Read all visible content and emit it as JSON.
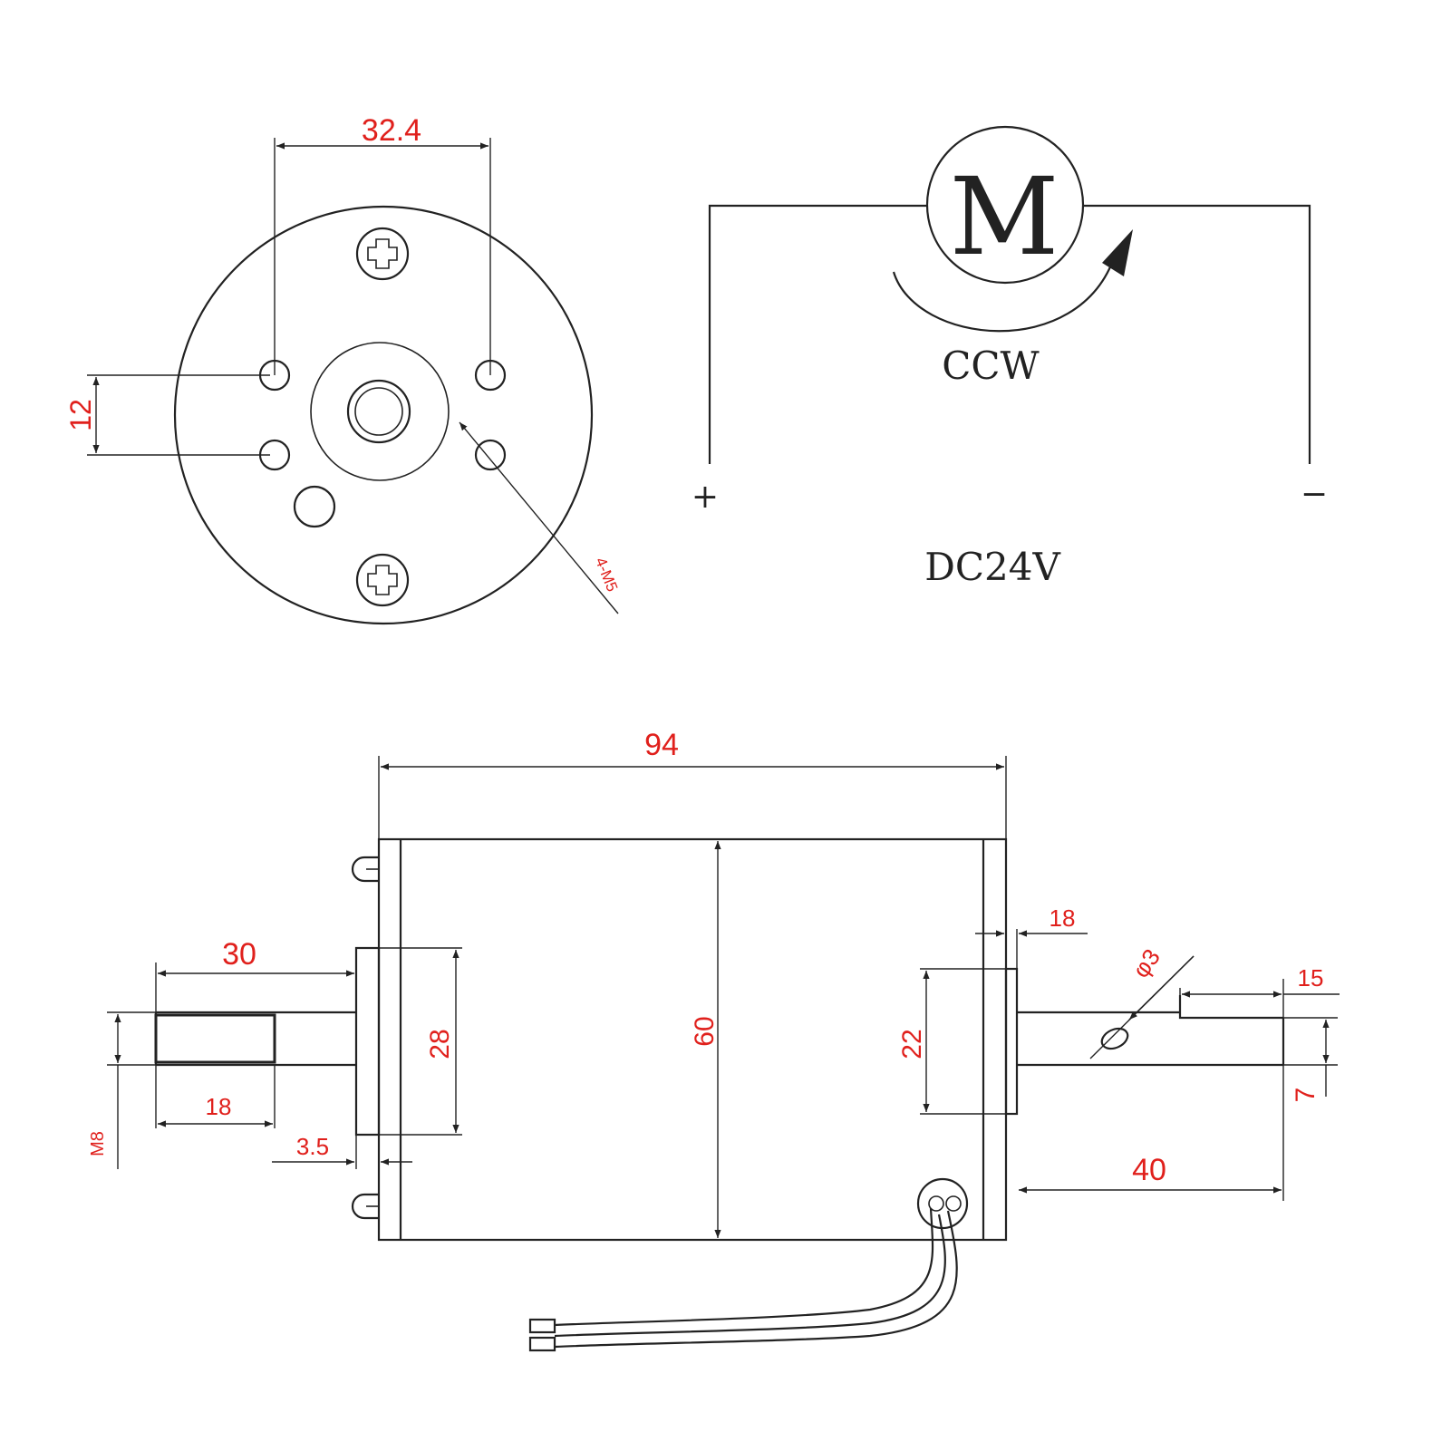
{
  "front_view": {
    "dim_hole_spacing_h": "32.4",
    "dim_hole_spacing_v": "12",
    "callout_thread": "4-M5"
  },
  "schematic": {
    "motor_symbol": "M",
    "rotation": "CCW",
    "terminal_plus": "+",
    "terminal_minus": "−",
    "voltage": "DC24V"
  },
  "side_view": {
    "dim_body_length": "94",
    "dim_body_diameter": "60",
    "dim_boss_diameter": "28",
    "dim_rear_boss_diameter": "22",
    "dim_rear_cap": "18",
    "dim_shaft_length": "30",
    "dim_key_length": "18",
    "dim_thread": "M8",
    "dim_boss_thickness": "3.5",
    "dim_pin_diameter": "φ3",
    "dim_rear_shaft_length": "40",
    "dim_flat_length": "15",
    "dim_rear_shaft_diameter": "7"
  },
  "colors": {
    "line": "#222222",
    "dimension_text": "#e0201c"
  }
}
